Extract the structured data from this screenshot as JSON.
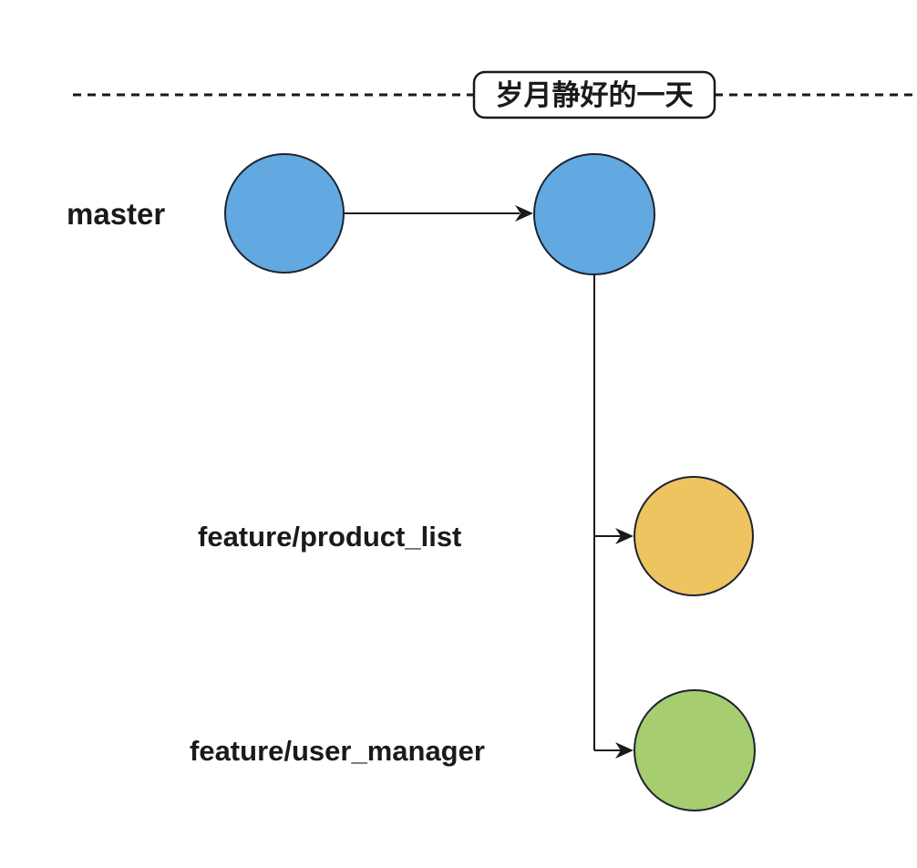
{
  "labels": {
    "timeline": "岁月静好的一天",
    "master": "master",
    "product_list": "feature/product_list",
    "user_manager": "feature/user_manager"
  },
  "colors": {
    "master": "#62A9E1",
    "product_list": "#EDC45F",
    "user_manager": "#A6CD6F",
    "outline": "#1d2330",
    "connector": "#1a1a1a"
  }
}
